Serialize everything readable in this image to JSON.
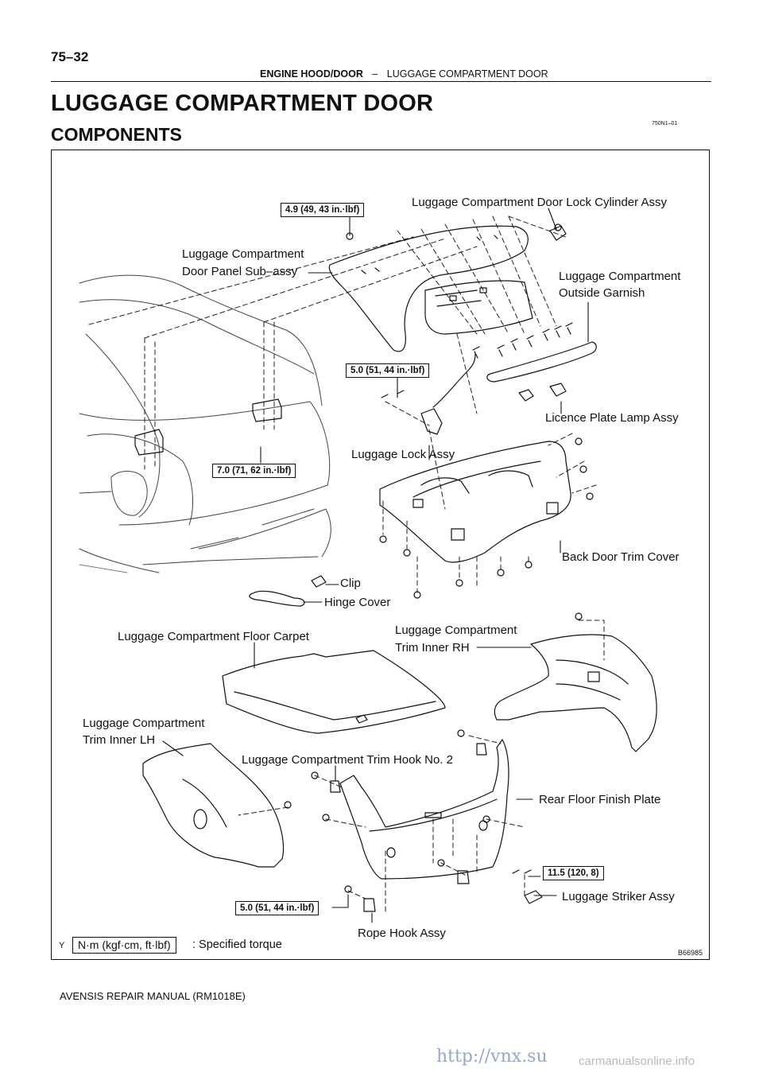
{
  "header": {
    "page_number": "75–32",
    "section": "ENGINE HOOD/DOOR",
    "separator": "–",
    "subsection": "LUGGAGE COMPARTMENT DOOR"
  },
  "title": "LUGGAGE COMPARTMENT DOOR",
  "subtitle": "COMPONENTS",
  "ref_code": "750N1–01",
  "figure": {
    "labels": {
      "lock_cylinder": "Luggage Compartment Door Lock Cylinder Assy",
      "door_panel_1": "Luggage Compartment",
      "door_panel_2": "Door Panel Sub–assy",
      "outside_garnish_1": "Luggage Compartment",
      "outside_garnish_2": "Outside Garnish",
      "licence_lamp": "Licence Plate Lamp Assy",
      "lock_assy": "Luggage Lock Assy",
      "trim_cover": "Back Door Trim Cover",
      "clip": "Clip",
      "hinge_cover": "Hinge Cover",
      "floor_carpet": "Luggage Compartment Floor Carpet",
      "trim_rh_1": "Luggage Compartment",
      "trim_rh_2": "Trim Inner RH",
      "trim_lh_1": "Luggage Compartment",
      "trim_lh_2": "Trim Inner LH",
      "trim_hook": "Luggage Compartment Trim Hook No. 2",
      "floor_plate": "Rear Floor Finish Plate",
      "striker": "Luggage Striker Assy",
      "rope_hook": "Rope Hook Assy"
    },
    "torques": {
      "t1": "4.9 (49, 43 in.·lbf)",
      "t2": "5.0 (51, 44 in.·lbf)",
      "t3": "7.0 (71, 62 in.·lbf)",
      "t4": "11.5 (120, 8)",
      "t5": "5.0 (51, 44 in.·lbf)"
    },
    "legend_unit": "N·m (kgf·cm, ft·lbf)",
    "legend_text": ": Specified torque",
    "y_mark": "Y",
    "figure_id": "B66985"
  },
  "footer": "AVENSIS REPAIR MANUAL   (RM1018E)",
  "watermark": "http://vnx.su",
  "watermark2": "carmanualsonline.info"
}
